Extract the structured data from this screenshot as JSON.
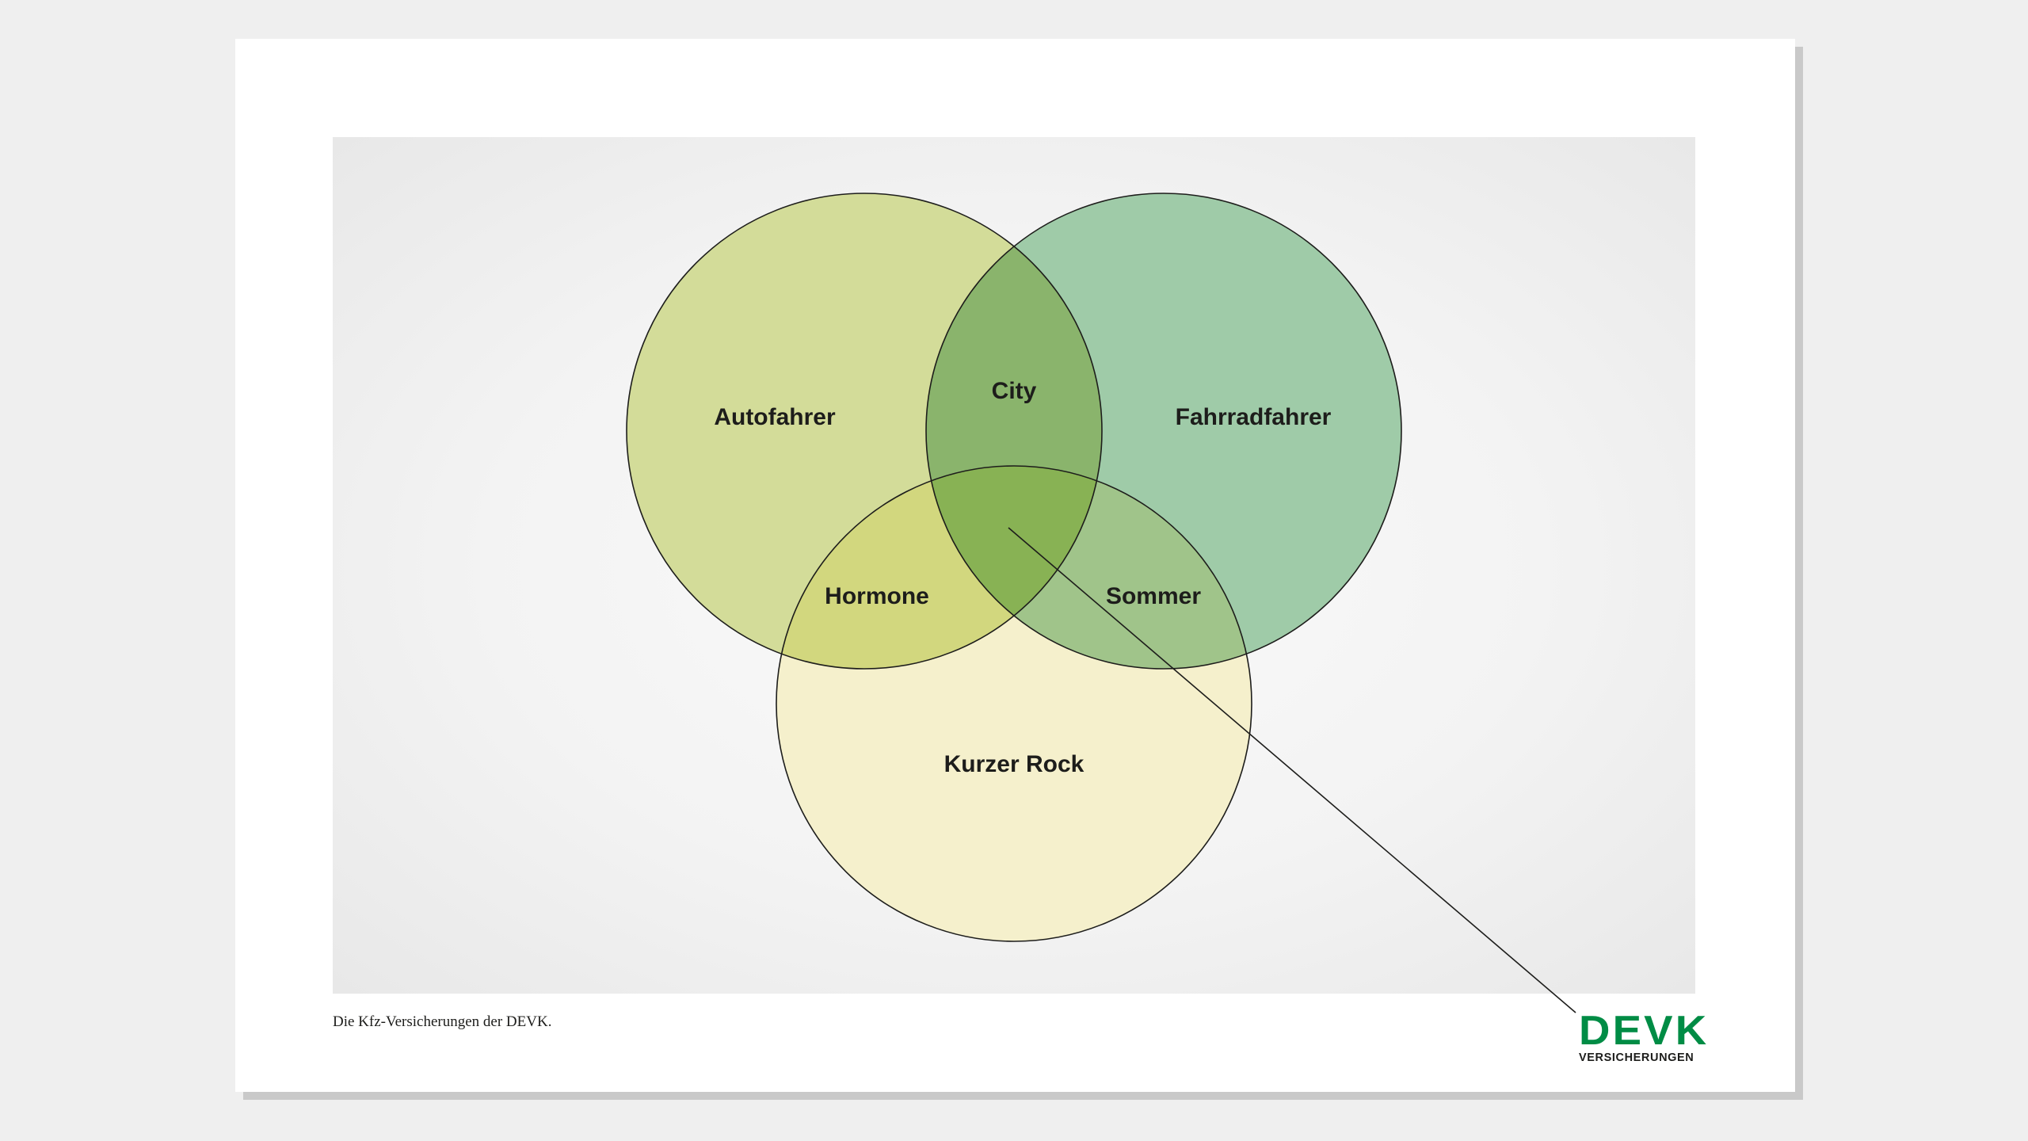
{
  "diagram": {
    "type": "venn",
    "sets": [
      {
        "label": "Autofahrer",
        "color": "#d3dc99"
      },
      {
        "label": "Fahrradfahrer",
        "color": "#9fcba8"
      },
      {
        "label": "Kurzer Rock",
        "color": "#f5f0cc"
      }
    ],
    "intersections": [
      {
        "label": "City",
        "sets": [
          "Autofahrer",
          "Fahrradfahrer"
        ],
        "color": "#8ab46c"
      },
      {
        "label": "Hormone",
        "sets": [
          "Autofahrer",
          "Kurzer Rock"
        ],
        "color": "#d2d77e"
      },
      {
        "label": "Sommer",
        "sets": [
          "Fahrradfahrer",
          "Kurzer Rock"
        ],
        "color": "#a0c48a"
      },
      {
        "label": "",
        "sets": [
          "Autofahrer",
          "Fahrradfahrer",
          "Kurzer Rock"
        ],
        "color": "#88b254"
      }
    ]
  },
  "footer": {
    "tagline": "Die Kfz-Versicherungen der DEVK."
  },
  "logo": {
    "brand": "DEVK",
    "subtitle": "VERSICHERUNGEN",
    "color": "#008c45"
  }
}
